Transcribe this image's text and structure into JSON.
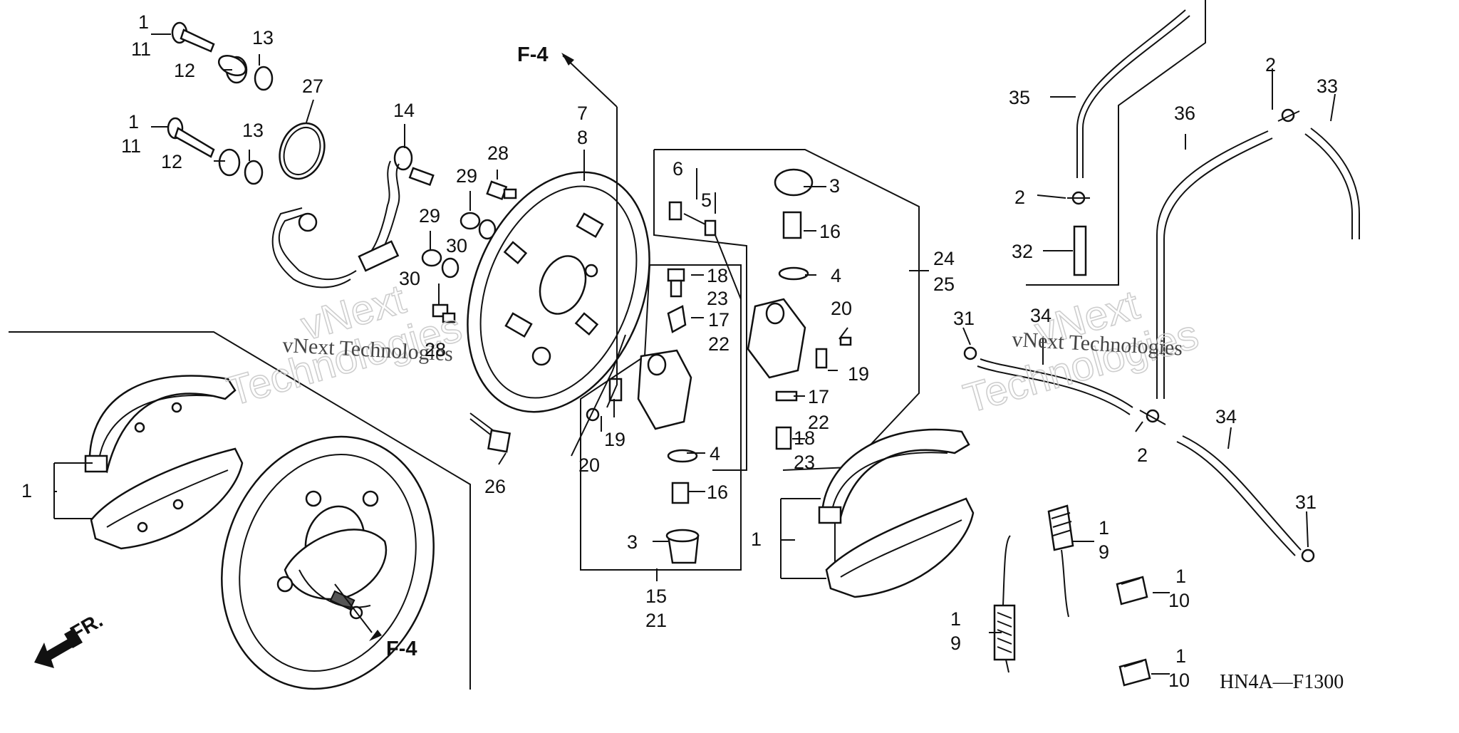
{
  "diagram": {
    "code": "HN4A—F1300",
    "ref_f4": "F-4",
    "front_label": "FR.",
    "watermark_line1": "vNext",
    "watermark_line2": "Technologies",
    "watermark_caption": "vNext Technologies"
  },
  "callouts": {
    "n1": "1",
    "n2": "2",
    "n3": "3",
    "n4": "4",
    "n5": "5",
    "n6": "6",
    "n7": "7",
    "n8": "8",
    "n9": "9",
    "n10": "10",
    "n11": "11",
    "n12": "12",
    "n13": "13",
    "n14": "14",
    "n15": "15",
    "n16": "16",
    "n17": "17",
    "n18": "18",
    "n19": "19",
    "n20": "20",
    "n21": "21",
    "n22": "22",
    "n23": "23",
    "n24": "24",
    "n25": "25",
    "n26": "26",
    "n27": "27",
    "n28": "28",
    "n29": "29",
    "n30": "30",
    "n31": "31",
    "n32": "32",
    "n33": "33",
    "n34": "34",
    "n35": "35",
    "n36": "36"
  }
}
